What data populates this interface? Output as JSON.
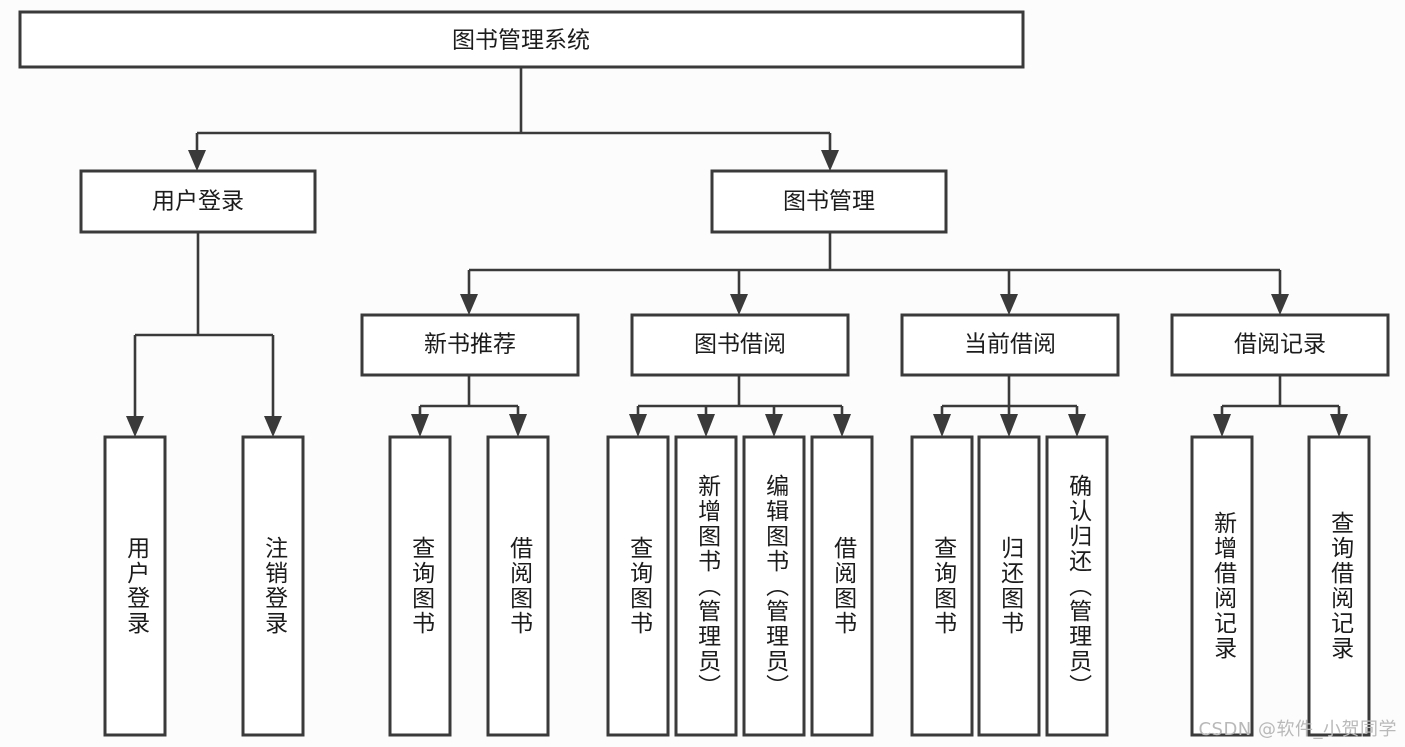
{
  "diagram": {
    "type": "tree-hierarchy-chart",
    "title": "图书管理系统",
    "watermark": "CSDN @软件_小贺同学",
    "colors": {
      "background": "#fcfcfc",
      "box_fill": "#ffffff",
      "box_stroke": "#3a3a3a",
      "text": "#1c1c1c",
      "watermark": "#b9b9b9"
    },
    "root": {
      "label": "图书管理系统"
    },
    "level2": [
      {
        "label": "用户登录"
      },
      {
        "label": "图书管理"
      }
    ],
    "level3": [
      {
        "label": "新书推荐"
      },
      {
        "label": "图书借阅"
      },
      {
        "label": "当前借阅"
      },
      {
        "label": "借阅记录"
      }
    ],
    "leaves": {
      "user_login": [
        {
          "label": "用户登录"
        },
        {
          "label": "注销登录"
        }
      ],
      "new_book_recommend": [
        {
          "label": "查询图书"
        },
        {
          "label": "借阅图书"
        }
      ],
      "book_borrow": [
        {
          "label": "查询图书"
        },
        {
          "label": "新增图书（管理员）"
        },
        {
          "label": "编辑图书（管理员）"
        },
        {
          "label": "借阅图书"
        }
      ],
      "current_borrow": [
        {
          "label": "查询图书"
        },
        {
          "label": "归还图书"
        },
        {
          "label": "确认归还（管理员）"
        }
      ],
      "borrow_record": [
        {
          "label": "新增借阅记录"
        },
        {
          "label": "查询借阅记录"
        }
      ]
    }
  }
}
